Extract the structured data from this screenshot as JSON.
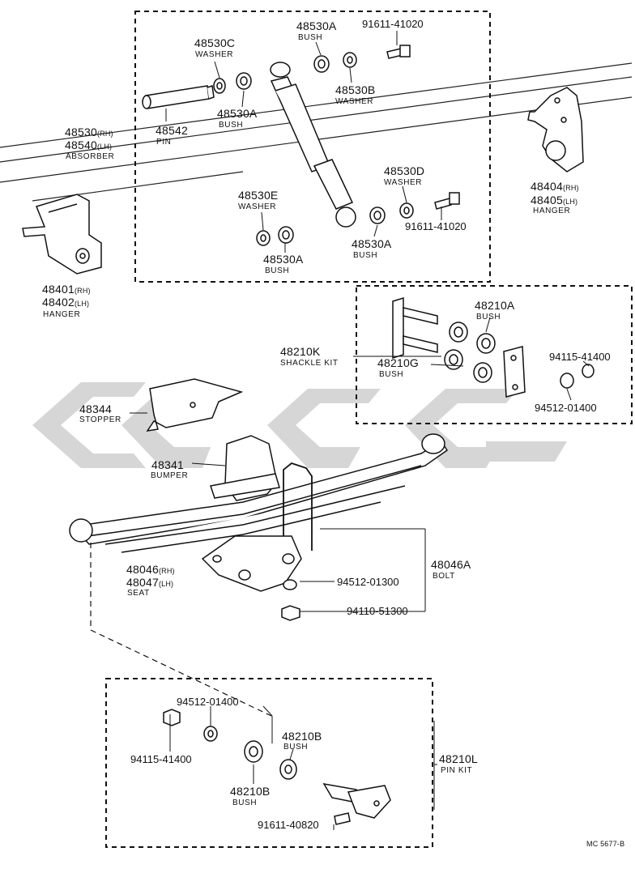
{
  "watermark": "ŁLGC",
  "shock_absorber_group": {
    "parts": [
      {
        "id": "48530C",
        "name": "WASHER"
      },
      {
        "id": "48530A",
        "name": "BUSH"
      },
      {
        "id": "91611-41020"
      },
      {
        "id": "48530A",
        "name": "BUSH"
      },
      {
        "id": "48530B",
        "name": "WASHER"
      },
      {
        "id": "48542",
        "name": "PIN"
      },
      {
        "id": "48530E",
        "name": "WASHER"
      },
      {
        "id": "48530A",
        "name": "BUSH"
      },
      {
        "id": "48530D",
        "name": "WASHER"
      },
      {
        "id": "91611-41020"
      },
      {
        "id": "48530A",
        "name": "BUSH"
      }
    ],
    "absorber": {
      "line1": "48530",
      "line1_suffix": "(RH)",
      "line2": "48540",
      "line2_suffix": "(LH)",
      "name": "ABSORBER"
    }
  },
  "front_hanger": {
    "line1": "48401",
    "line1_suffix": "(RH)",
    "line2": "48402",
    "line2_suffix": "(LH)",
    "name": "HANGER"
  },
  "rear_hanger": {
    "line1": "48404",
    "line1_suffix": "(RH)",
    "line2": "48405",
    "line2_suffix": "(LH)",
    "name": "HANGER"
  },
  "shackle_kit": {
    "id": "48210K",
    "name": "SHACKLE KIT",
    "parts": [
      {
        "id": "48210A",
        "name": "BUSH"
      },
      {
        "id": "48210G",
        "name": "BUSH"
      },
      {
        "id": "94115-41400"
      },
      {
        "id": "94512-01400"
      }
    ]
  },
  "stopper": {
    "id": "48344",
    "name": "STOPPER"
  },
  "bumper": {
    "id": "48341",
    "name": "BUMPER"
  },
  "seat": {
    "line1": "48046",
    "line1_suffix": "(RH)",
    "line2": "48047",
    "line2_suffix": "(LH)",
    "name": "SEAT"
  },
  "bolt": {
    "id": "48046A",
    "name": "BOLT"
  },
  "washer_94512": {
    "id": "94512-01300"
  },
  "nut_94110": {
    "id": "94110-51300"
  },
  "pin_kit": {
    "id": "48210L",
    "name": "PIN KIT",
    "parts": [
      {
        "id": "94512-01400"
      },
      {
        "id": "48210B",
        "name": "BUSH"
      },
      {
        "id": "94115-41400"
      },
      {
        "id": "48210B",
        "name": "BUSH"
      },
      {
        "id": "91611-40820"
      }
    ]
  },
  "drawing_code": "MC 5677-B"
}
